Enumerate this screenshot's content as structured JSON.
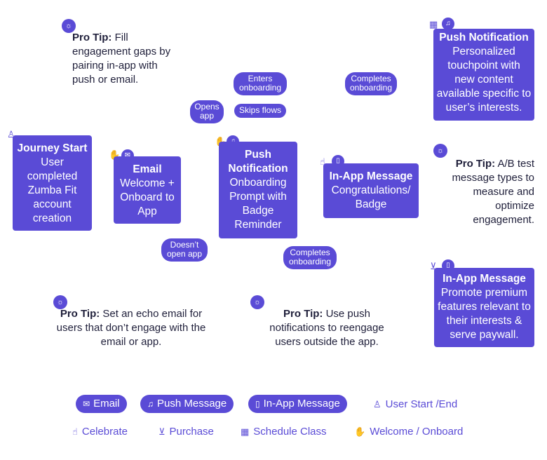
{
  "boxes": {
    "journey_start": {
      "title": "Journey Start",
      "body": "User completed Zumba Fit account creation"
    },
    "email": {
      "title": "Email",
      "body": "Welcome + Onboard to App"
    },
    "push1": {
      "title": "Push Notification",
      "body": "Onboarding Prompt with Badge Reminder"
    },
    "inapp1": {
      "title": "In-App Message",
      "body": "Congratulations/ Badge"
    },
    "push2": {
      "title": "Push Notification",
      "body": "Personalized touchpoint with new content available specific to user’s interests."
    },
    "inapp2": {
      "title": "In-App Message",
      "body": "Promote premium features relevant to their interests & serve paywall."
    }
  },
  "pills": {
    "enters_onboarding": "Enters onboarding",
    "completes_onboarding_top": "Completes onboarding",
    "opens_app": "Opens app",
    "skips_flows": "Skips flows",
    "doesnt_open_app": "Doesn’t open app",
    "completes_onboarding_bottom": "Completes onboarding"
  },
  "tips": {
    "tip1": {
      "label": "Pro Tip:",
      "text": "Fill engagement gaps by pairing in-app with push or email."
    },
    "tip2": {
      "label": "Pro Tip:",
      "text": "A/B test message types to measure and optimize engagement."
    },
    "tip3": {
      "label": "Pro Tip:",
      "text": "Set an echo email for users that don’t engage with the email or app."
    },
    "tip4": {
      "label": "Pro Tip:",
      "text": "Use push notifications to reengage users outside the app."
    }
  },
  "legend": {
    "email": "Email",
    "push_message": "Push Message",
    "inapp_message": "In-App Message",
    "user_start_end": "User Start /End",
    "celebrate": "Celebrate",
    "purchase": "Purchase",
    "schedule_class": "Schedule Class",
    "welcome_onboard": "Welcome / Onboard"
  },
  "icons": {
    "bulb": "lightbulb-icon",
    "user": "user-icon",
    "wave": "wave-hand-icon",
    "mail": "mail-icon",
    "bell": "bell-icon",
    "tap": "celebrate-tap-icon",
    "phone": "phone-icon",
    "calendar": "calendar-icon",
    "cart": "cart-icon"
  },
  "colors": {
    "accent": "#5a4bd6",
    "text": "#1f1f3a"
  }
}
